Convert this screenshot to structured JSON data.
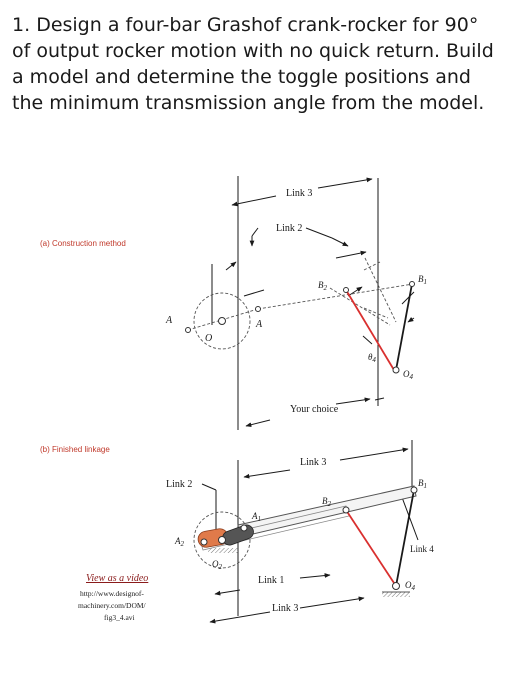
{
  "problem": {
    "number": "1.",
    "text": "Design a four-bar Grashof crank-rocker for 90° of output rocker motion with no quick return. Build a model and determine the toggle positions and the minimum transmission angle from the model."
  },
  "panel_a": {
    "caption": "(a) Construction method",
    "link3_label": "Link 3",
    "link2_label": "Link 2",
    "point_A_left": "A",
    "point_A_right": "A",
    "point_O": "O",
    "point_B2": "B",
    "point_B2_sub": "2",
    "point_B1": "B",
    "point_B1_sub": "1",
    "point_O4": "O",
    "point_O4_sub": "4",
    "theta4": "θ",
    "theta4_sub": "4",
    "your_choice": "Your choice"
  },
  "panel_b": {
    "caption": "(b) Finished linkage",
    "link3_top_label": "Link 3",
    "link2_label": "Link 2",
    "link4_label": "Link 4",
    "link1_label": "Link 1",
    "link3_bottom_label": "Link 3",
    "point_A1": "A",
    "point_A1_sub": "1",
    "point_A2": "A",
    "point_A2_sub": "2",
    "point_O2": "O",
    "point_O2_sub": "2",
    "point_B2": "B",
    "point_B2_sub": "2",
    "point_B1": "B",
    "point_B1_sub": "1",
    "point_O4": "O",
    "point_O4_sub": "4",
    "video_title": "View as a video",
    "video_url_1": "http://www.designof-",
    "video_url_2": "machinery.com/DOM/",
    "video_url_3": "fig3_4.avi"
  },
  "colors": {
    "red_link": "#d9302f",
    "orange_crank": "#e07a4a",
    "video_link": "#8a1b1b"
  }
}
